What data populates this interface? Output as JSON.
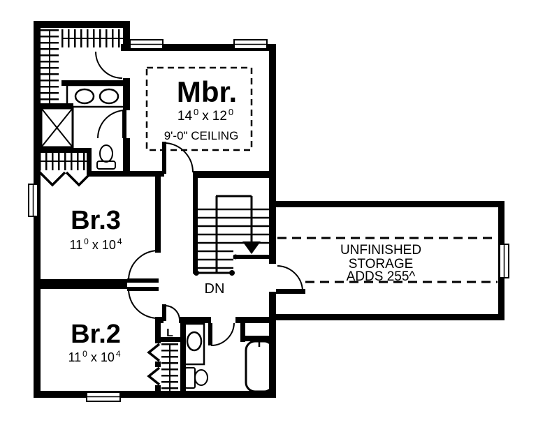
{
  "page": {
    "background": "#ffffff",
    "ink": "#000000"
  },
  "rooms": {
    "master_bedroom": {
      "name": "Mbr.",
      "dim_w": "14",
      "dim_w_sup": "0",
      "dim_x": "x",
      "dim_l": "12",
      "dim_l_sup": "0",
      "ceiling": "9'-0\" CEILING"
    },
    "bedroom3": {
      "name": "Br.3",
      "dim_w": "11",
      "dim_w_sup": "0",
      "dim_x": "x",
      "dim_l": "10",
      "dim_l_sup": "4"
    },
    "bedroom2": {
      "name": "Br.2",
      "dim_w": "11",
      "dim_w_sup": "0",
      "dim_x": "x",
      "dim_l": "10",
      "dim_l_sup": "4"
    },
    "storage": {
      "line1": "UNFINISHED",
      "line2": "STORAGE",
      "line3": "ADDS 255^"
    },
    "stairs": {
      "label": "DN"
    },
    "linen_closet": {
      "label": "L"
    }
  }
}
